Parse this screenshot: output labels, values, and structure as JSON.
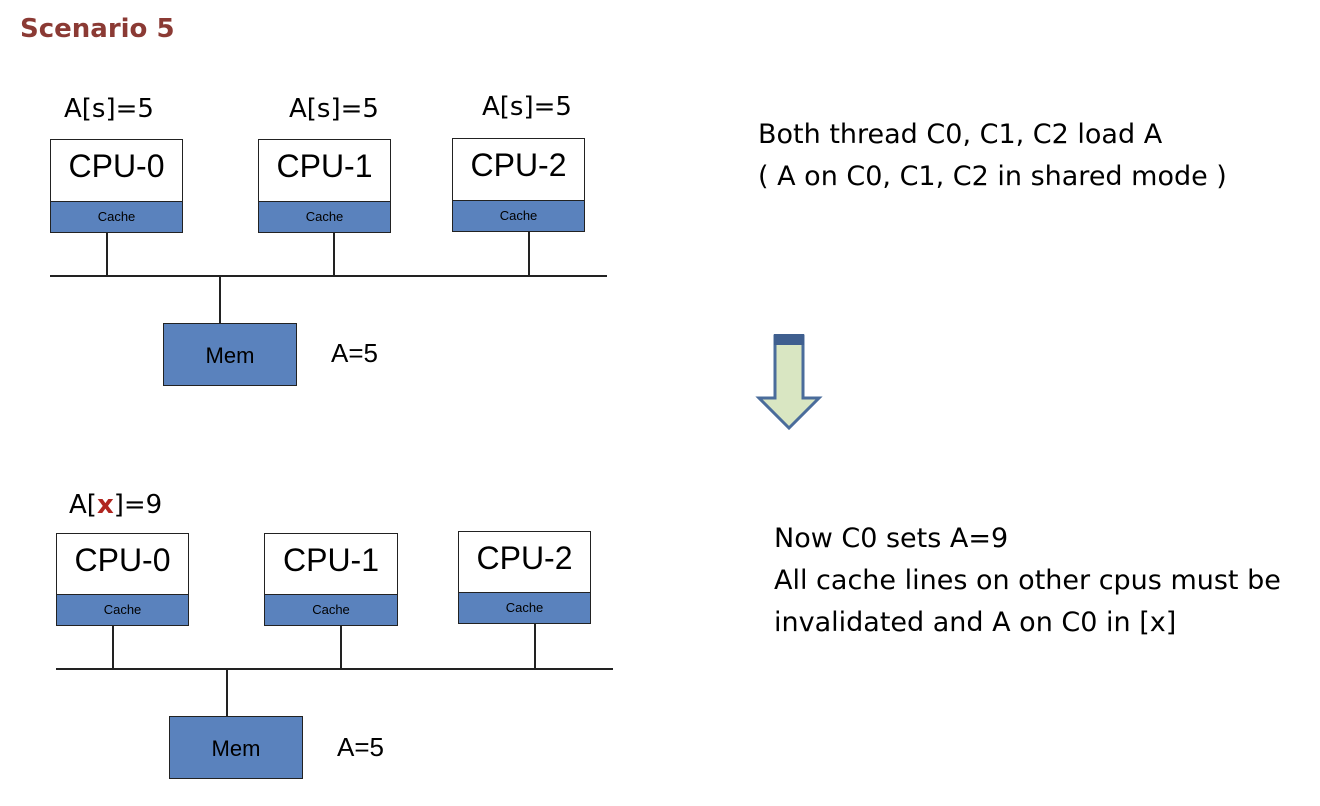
{
  "title": "Scenario 5",
  "top": {
    "states": [
      "A[s]=5",
      "A[s]=5",
      "A[s]=5"
    ],
    "cpus": [
      "CPU-0",
      "CPU-1",
      "CPU-2"
    ],
    "cache_label": "Cache",
    "mem_label": "Mem",
    "mem_value": "A=5",
    "caption": [
      "Both thread C0, C1, C2 load A",
      "( A on C0, C1, C2 in shared mode )"
    ]
  },
  "bottom": {
    "state0_prefix": "A[",
    "state0_flag": "x",
    "state0_suffix": "]=9",
    "cpus": [
      "CPU-0",
      "CPU-1",
      "CPU-2"
    ],
    "cache_label": "Cache",
    "mem_label": "Mem",
    "mem_value": "A=5",
    "caption": [
      "Now C0 sets A=9",
      "All cache lines on other cpus must be",
      "invalidated and A on C0 in [x]"
    ]
  },
  "colors": {
    "title": "#8b3a34",
    "cache": "#5a82bd",
    "arrow_fill": "#d9e6c2",
    "arrow_stroke": "#4a6c9b",
    "flag": "#b0251f"
  }
}
